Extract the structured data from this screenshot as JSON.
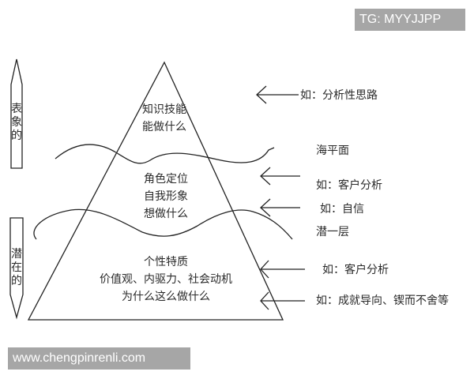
{
  "watermarks": {
    "top_right": "TG: MYYJJPP",
    "bottom_left": "www.chengpinrenli.com"
  },
  "side_labels": {
    "visible": "表象的",
    "latent": "潜在的"
  },
  "pyramid": {
    "top_layer": [
      "知识技能",
      "能做什么"
    ],
    "middle_layer": [
      "角色定位",
      "自我形象",
      "想做什么"
    ],
    "bottom_layer": [
      "个性特质",
      "价值观、内驱力、社会动机",
      "为什么这么做什么"
    ]
  },
  "annotations": {
    "example_top": "如：分析性思路",
    "sea_level": "海平面",
    "example_middle_1": "如：客户分析",
    "example_middle_2": "如：自信",
    "sub_layer": "潜一层",
    "example_bottom_1": "如：客户分析",
    "example_bottom_2": "如：成就导向、锲而不舍等"
  },
  "colors": {
    "line": "#222222",
    "text": "#2a2a2a",
    "watermark_bg": "#a6a6a6",
    "watermark_text": "#ffffff"
  }
}
